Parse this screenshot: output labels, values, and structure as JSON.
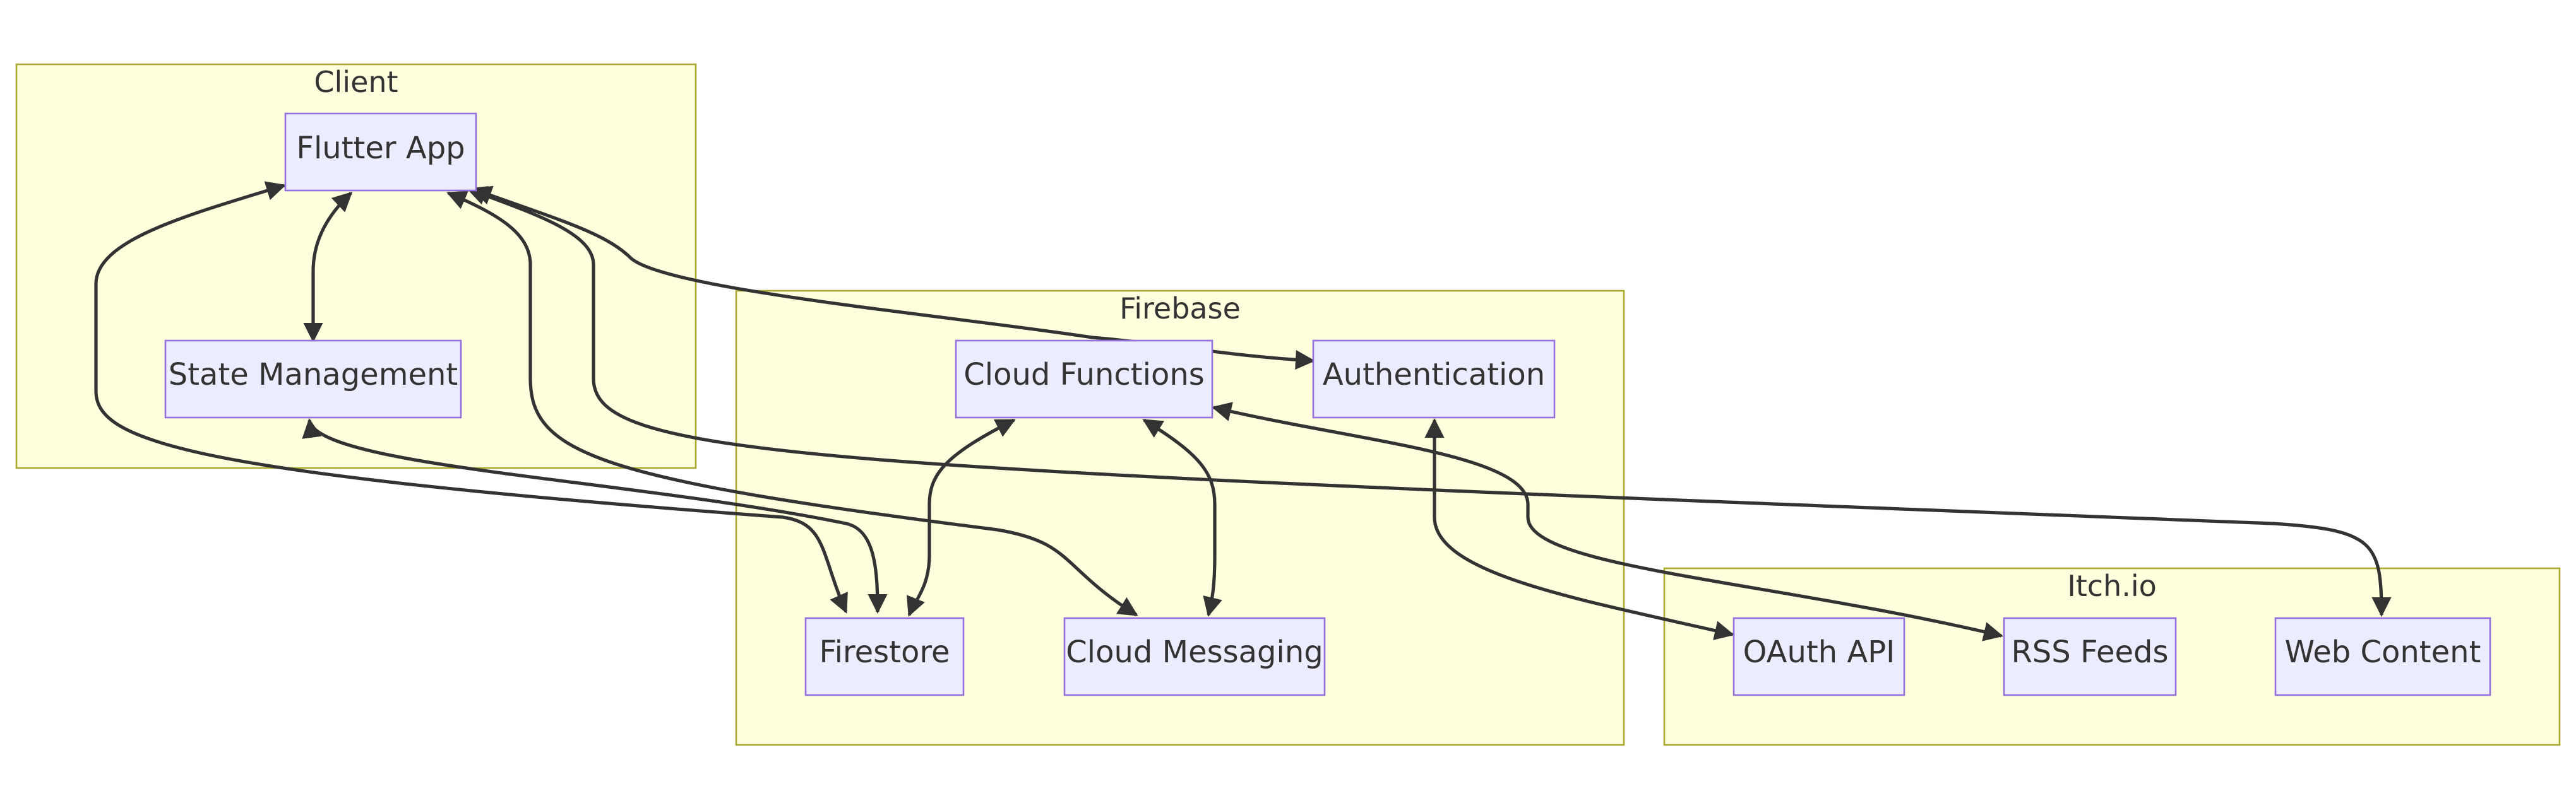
{
  "clusters": {
    "client": "Client",
    "firebase": "Firebase",
    "itchio": "Itch.io"
  },
  "nodes": {
    "flutter_app": "Flutter App",
    "state_management": "State Management",
    "cloud_functions": "Cloud Functions",
    "authentication": "Authentication",
    "firestore": "Firestore",
    "cloud_messaging": "Cloud Messaging",
    "oauth_api": "OAuth API",
    "rss_feeds": "RSS Feeds",
    "web_content": "Web Content"
  },
  "edges": [
    {
      "from": "flutter_app",
      "to": "state_management",
      "direction": "both"
    },
    {
      "from": "flutter_app",
      "to": "firestore",
      "direction": "both"
    },
    {
      "from": "state_management",
      "to": "firestore",
      "direction": "both"
    },
    {
      "from": "flutter_app",
      "to": "cloud_messaging",
      "direction": "both"
    },
    {
      "from": "flutter_app",
      "to": "web_content",
      "direction": "both"
    },
    {
      "from": "flutter_app",
      "to": "authentication",
      "direction": "both"
    },
    {
      "from": "cloud_functions",
      "to": "firestore",
      "direction": "both"
    },
    {
      "from": "cloud_functions",
      "to": "cloud_messaging",
      "direction": "both"
    },
    {
      "from": "cloud_functions",
      "to": "rss_feeds",
      "direction": "both"
    },
    {
      "from": "authentication",
      "to": "oauth_api",
      "direction": "both"
    }
  ],
  "colors": {
    "cluster_fill": "#ffffde",
    "cluster_stroke": "#aaaa33",
    "node_fill": "#ececff",
    "node_stroke": "#9370db",
    "edge": "#333333",
    "text": "#333333"
  }
}
